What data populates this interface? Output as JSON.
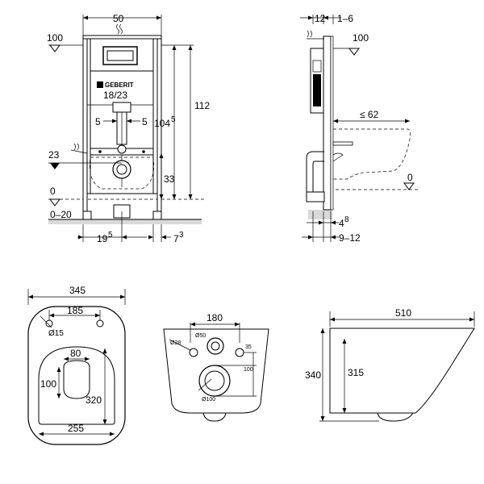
{
  "front_view": {
    "width_dim": "50",
    "brand": "GEBERIT",
    "level_top": "100",
    "level_23": "23",
    "level_0": "0",
    "range_0_20": "0–20",
    "inlet_dim": "18/23",
    "left_5": "5",
    "right_5": "5",
    "height_33": "33",
    "height_104_main": "104",
    "height_104_sup": "5",
    "height_112": "112",
    "bottom_19_main": "19",
    "bottom_19_sup": "5",
    "bottom_7_main": "7",
    "bottom_7_sup": "3"
  },
  "side_view": {
    "dim_12": "12",
    "dim_1_6": "1–6",
    "level_top": "100",
    "dim_le62": "≤ 62",
    "level_0": "0",
    "dim_4_main": "4",
    "dim_4_sup": "8",
    "dim_9_12": "9–12"
  },
  "top_view": {
    "width": "345",
    "holes_spacing": "185",
    "hole_dia": "Ø15",
    "bowl_80": "80",
    "bowl_100": "100",
    "inner_320": "320",
    "inner_255": "255"
  },
  "back_view": {
    "spacing": "180",
    "dia_28": "Ø28",
    "dia_50": "Ø50",
    "dim_35": "35",
    "dim_100": "100",
    "dia_100": "Ø100"
  },
  "profile_view": {
    "length": "510",
    "height_outer": "340",
    "height_inner": "315"
  }
}
